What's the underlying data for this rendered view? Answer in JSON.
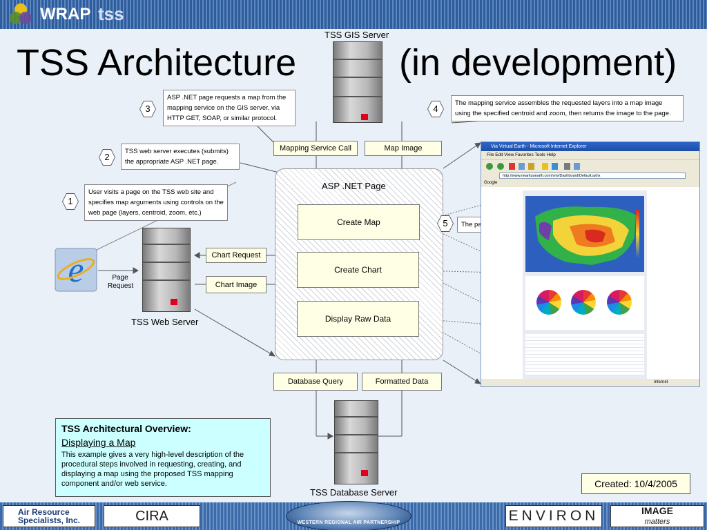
{
  "header": {
    "brand_wrap": "WRAP",
    "brand_tss": "tss"
  },
  "title": {
    "left": "TSS Architecture",
    "right": "(in development)"
  },
  "servers": {
    "gis": "TSS GIS Server",
    "web": "TSS Web Server",
    "database": "TSS Database Server"
  },
  "labels": {
    "page_request_line1": "Page",
    "page_request_line2": "Request"
  },
  "aspnet": {
    "title": "ASP .NET Page",
    "create_map": "Create Map",
    "create_chart": "Create Chart",
    "display_raw_data": "Display Raw Data"
  },
  "messages": {
    "mapping_service_call": "Mapping Service Call",
    "map_image": "Map Image",
    "chart_request": "Chart Request",
    "chart_image": "Chart Image",
    "database_query": "Database Query",
    "formatted_data": "Formatted Data"
  },
  "steps": [
    {
      "number": "1",
      "text": "User visits a page on the TSS web site and specifies map arguments using controls on the web page (layers, centroid, zoom, etc.)"
    },
    {
      "number": "2",
      "text": "TSS web server executes (submits) the appropriate ASP .NET page."
    },
    {
      "number": "3",
      "text": "ASP .NET page requests a map from the mapping service on the GIS server, via HTTP GET, SOAP, or similar protocol."
    },
    {
      "number": "4",
      "text": "The mapping service assembles the requested layers into a map image using the specified centroid and zoom, then returns the image to the page."
    },
    {
      "number": "5",
      "text": "The page displays the image."
    }
  ],
  "browser": {
    "title": "Via Virtual Earth - Microsoft Internet Explorer",
    "menu": "File   Edit   View   Favorites   Tools   Help",
    "address": "http://www.nearitusearth.com/vrw/Dashboard/Default.ashx",
    "google_label": "Google",
    "status": "Internet"
  },
  "overview": {
    "title": "TSS Architectural Overview:",
    "subtitle": "Displaying a Map",
    "text": "This example gives a very high-level description of the procedural steps involved in requesting, creating, and displaying a map using the proposed TSS mapping component and/or web service."
  },
  "created": "Created: 10/4/2005",
  "footer": {
    "ars_line1": "Air Resource",
    "ars_line2": "Specialists, Inc.",
    "cira": "CIRA",
    "wrap_partnership": "WESTERN REGIONAL AIR PARTNERSHIP",
    "environ": "ENVIRON",
    "image_line1": "IMAGE",
    "image_line2": "matters"
  },
  "colors": {
    "accent_blue": "#2e5d9c",
    "note_yellow": "#ffffe6",
    "overview_cyan": "#ccffff",
    "server_led_red": "#e0001b"
  }
}
